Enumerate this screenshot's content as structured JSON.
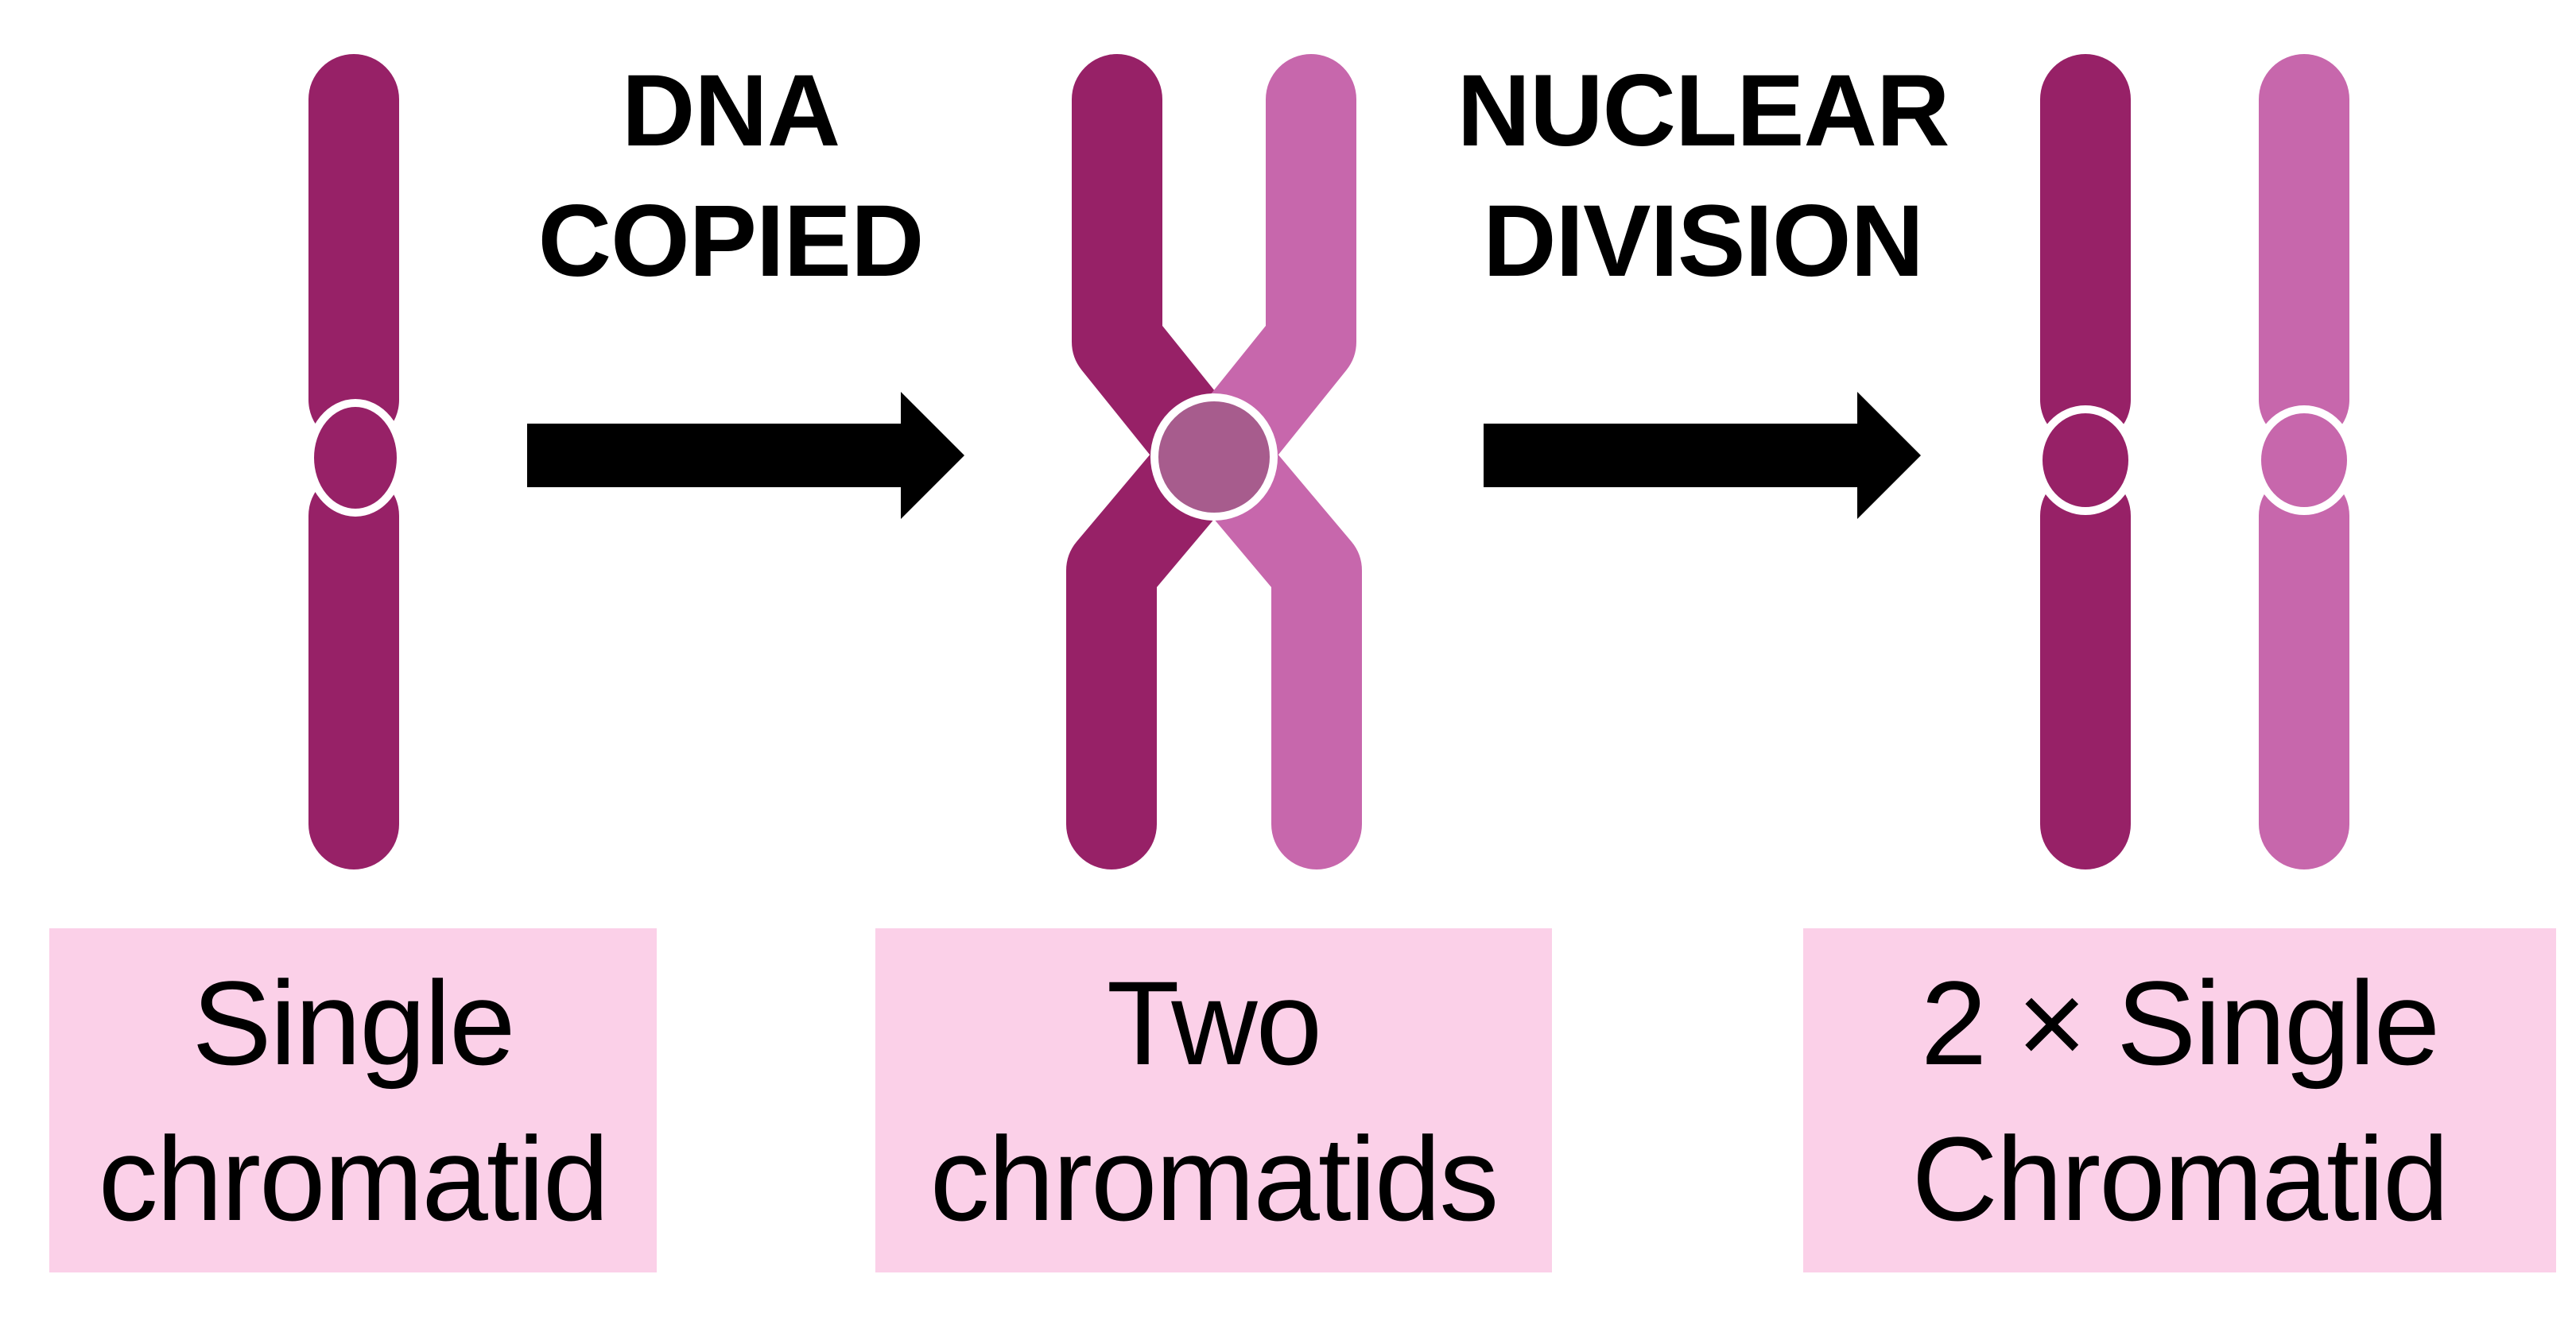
{
  "diagram": {
    "description_visible_text_only": true,
    "stages": [
      {
        "id": "single-chromatid",
        "label": "Single\nchromatid",
        "figure": "one-vertical-chromatid-with-centromere",
        "color_key": "chromatid_dark"
      },
      {
        "id": "two-chromatids",
        "label": "Two\nchromatids",
        "figure": "x-shaped-pair-joined-at-centromere",
        "color_key": "chromatid_dark_and_light"
      },
      {
        "id": "two-single-chromatids",
        "label": "2 × Single\nChromatid",
        "figure": "two-separate-vertical-chromatids",
        "color_key": "chromatid_dark_and_light"
      }
    ],
    "transitions": [
      {
        "id": "dna-copied",
        "label": "DNA\nCOPIED",
        "icon": "arrow-right-icon"
      },
      {
        "id": "nuclear-division",
        "label": "NUCLEAR\nDIVISION",
        "icon": "arrow-right-icon"
      }
    ],
    "colors": {
      "chromatid_dark": "#972167",
      "chromatid_light": "#C767AC",
      "centromere_joined": "#A75C8D",
      "centromere_ring": "#FFFFFF",
      "label_box": "#FBD0E8",
      "arrow": "#000000",
      "text": "#000000",
      "background": "#FFFFFF"
    }
  }
}
